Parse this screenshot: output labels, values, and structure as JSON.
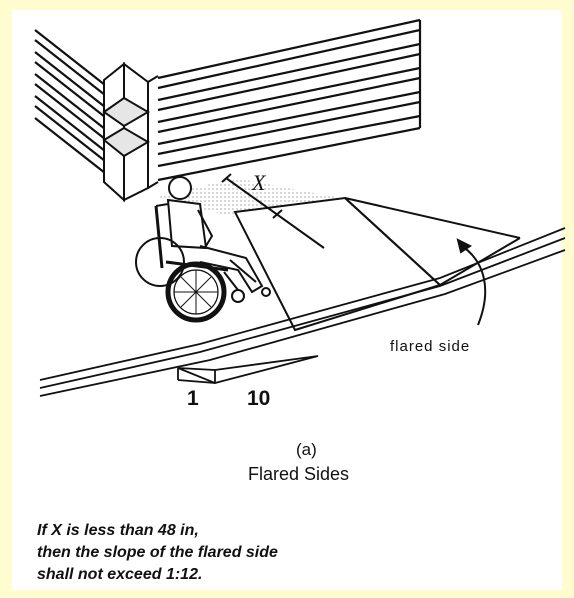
{
  "diagram": {
    "labels": {
      "x_dimension": "X",
      "flared_side": "flared  side",
      "slope_rise": "1",
      "slope_run": "10",
      "subfigure": "(a)",
      "title": "Flared Sides"
    },
    "note_lines": [
      "If X is less than 48 in,",
      "then the slope of the flared side",
      "shall not exceed 1:12."
    ]
  }
}
